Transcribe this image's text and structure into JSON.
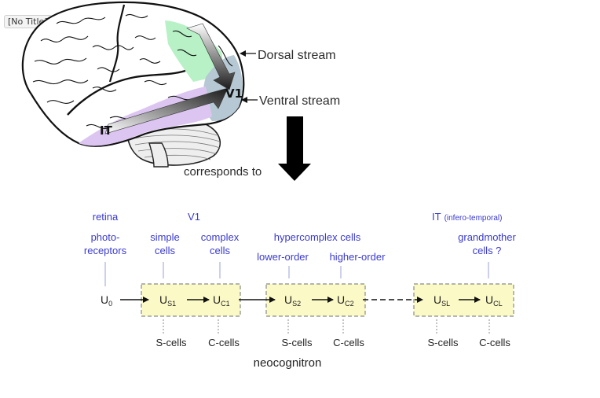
{
  "window": {
    "title": "[No Title]"
  },
  "brain": {
    "labels": {
      "v1": "V1",
      "it": "IT"
    },
    "dorsal_label": "Dorsal stream",
    "ventral_label": "Ventral stream",
    "corresponds_label": "corresponds to",
    "colors": {
      "dorsal": "#b7f1c5",
      "ventral": "#dcc6f1",
      "v1": "#b6c8d3"
    }
  },
  "neocognitron": {
    "top_labels": {
      "retina": "retina",
      "v1": "V1",
      "it": "IT",
      "it_sub": "(infero-temporal)",
      "hypercomplex": "hypercomplex cells"
    },
    "cell_labels": {
      "photo_line1": "photo-",
      "photo_line2": "receptors",
      "simple_line1": "simple",
      "simple_line2": "cells",
      "complex_line1": "complex",
      "complex_line2": "cells",
      "lower": "lower-order",
      "higher": "higher-order",
      "grand_line1": "grandmother",
      "grand_line2": "cells ?"
    },
    "units": {
      "u0": {
        "main": "U",
        "sub": "0"
      },
      "us1": {
        "main": "U",
        "sub": "S1"
      },
      "uc1": {
        "main": "U",
        "sub": "C1"
      },
      "us2": {
        "main": "U",
        "sub": "S2"
      },
      "uc2": {
        "main": "U",
        "sub": "C2"
      },
      "usl": {
        "main": "U",
        "sub": "SL"
      },
      "ucl": {
        "main": "U",
        "sub": "CL"
      }
    },
    "bottom_labels": {
      "s1": "S-cells",
      "c1": "C-cells",
      "s2": "S-cells",
      "c2": "C-cells",
      "sl": "S-cells",
      "cl": "C-cells"
    },
    "caption": "neocognitron",
    "colors": {
      "box_fill": "#fbfac7",
      "box_border": "#8a8a8a",
      "label_blue": "#3a3acf"
    }
  }
}
